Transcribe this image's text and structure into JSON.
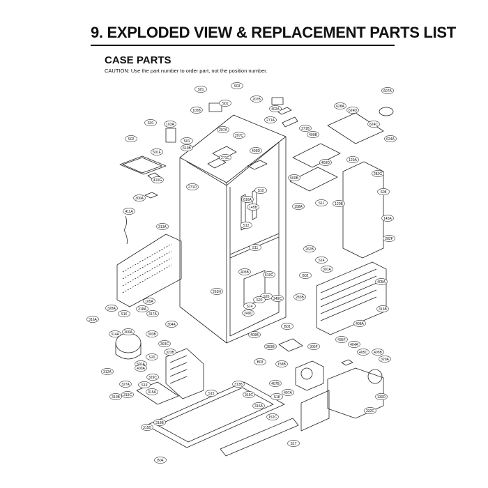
{
  "header": {
    "title": "9. EXPLODED VIEW & REPLACEMENT PARTS LIST",
    "section": "CASE PARTS",
    "caution": "CAUTION: Use the part number to order part, not the position number."
  },
  "parts": [
    {
      "label": "S01"
    },
    {
      "label": "103B"
    },
    {
      "label": "S03"
    },
    {
      "label": "207B"
    },
    {
      "label": "S01"
    },
    {
      "label": "402A"
    },
    {
      "label": "607A"
    },
    {
      "label": "S01"
    },
    {
      "label": "103A"
    },
    {
      "label": "207A"
    },
    {
      "label": "271A"
    },
    {
      "label": "271B"
    },
    {
      "label": "628A"
    },
    {
      "label": "624D"
    },
    {
      "label": "624C"
    },
    {
      "label": "S02"
    },
    {
      "label": "S01"
    },
    {
      "label": "610B"
    },
    {
      "label": "207C"
    },
    {
      "label": "409B"
    },
    {
      "label": "624A"
    },
    {
      "label": "501F"
    },
    {
      "label": "271C"
    },
    {
      "label": "406D"
    },
    {
      "label": "409D"
    },
    {
      "label": "120A"
    },
    {
      "label": "410G"
    },
    {
      "label": "271D"
    },
    {
      "label": "S10"
    },
    {
      "label": "500B"
    },
    {
      "label": "282G"
    },
    {
      "label": "300A"
    },
    {
      "label": "616A"
    },
    {
      "label": "S08"
    },
    {
      "label": "411A"
    },
    {
      "label": "145B"
    },
    {
      "label": "S11"
    },
    {
      "label": "120B"
    },
    {
      "label": "158A"
    },
    {
      "label": "145A"
    },
    {
      "label": "313A"
    },
    {
      "label": "S12"
    },
    {
      "label": "282F"
    },
    {
      "label": "S11"
    },
    {
      "label": "262B"
    },
    {
      "label": "S14"
    },
    {
      "label": "301A"
    },
    {
      "label": "405B"
    },
    {
      "label": "610C"
    },
    {
      "label": "B02"
    },
    {
      "label": "405A"
    },
    {
      "label": "263H"
    },
    {
      "label": "S20"
    },
    {
      "label": "283B"
    },
    {
      "label": "105A"
    },
    {
      "label": "S20"
    },
    {
      "label": "249C"
    },
    {
      "label": "316B"
    },
    {
      "label": "328A"
    },
    {
      "label": "318A"
    },
    {
      "label": "S14"
    },
    {
      "label": "316A"
    },
    {
      "label": "S16"
    },
    {
      "label": "317A"
    },
    {
      "label": "249D"
    },
    {
      "label": "408A"
    },
    {
      "label": "B03"
    },
    {
      "label": "304A"
    },
    {
      "label": "314A"
    },
    {
      "label": "300A"
    },
    {
      "label": "303B"
    },
    {
      "label": "409B"
    },
    {
      "label": "435F"
    },
    {
      "label": "303C"
    },
    {
      "label": "283B"
    },
    {
      "label": "404A"
    },
    {
      "label": "S20"
    },
    {
      "label": "323B"
    },
    {
      "label": "305F"
    },
    {
      "label": "405C"
    },
    {
      "label": "405B"
    },
    {
      "label": "501A"
    },
    {
      "label": "409A"
    },
    {
      "label": "B03"
    },
    {
      "label": "158B"
    },
    {
      "label": "320A"
    },
    {
      "label": "312A"
    },
    {
      "label": "329C"
    },
    {
      "label": "327A"
    },
    {
      "label": "S19"
    },
    {
      "label": "315A"
    },
    {
      "label": "315C"
    },
    {
      "label": "407B"
    },
    {
      "label": "310B"
    },
    {
      "label": "S15"
    },
    {
      "label": "313B"
    },
    {
      "label": "S18"
    },
    {
      "label": "407A"
    },
    {
      "label": "130D"
    },
    {
      "label": "315C"
    },
    {
      "label": "315A"
    },
    {
      "label": "332C"
    },
    {
      "label": "318B"
    },
    {
      "label": "152C"
    },
    {
      "label": "315D"
    },
    {
      "label": "S17"
    },
    {
      "label": "B04"
    }
  ]
}
